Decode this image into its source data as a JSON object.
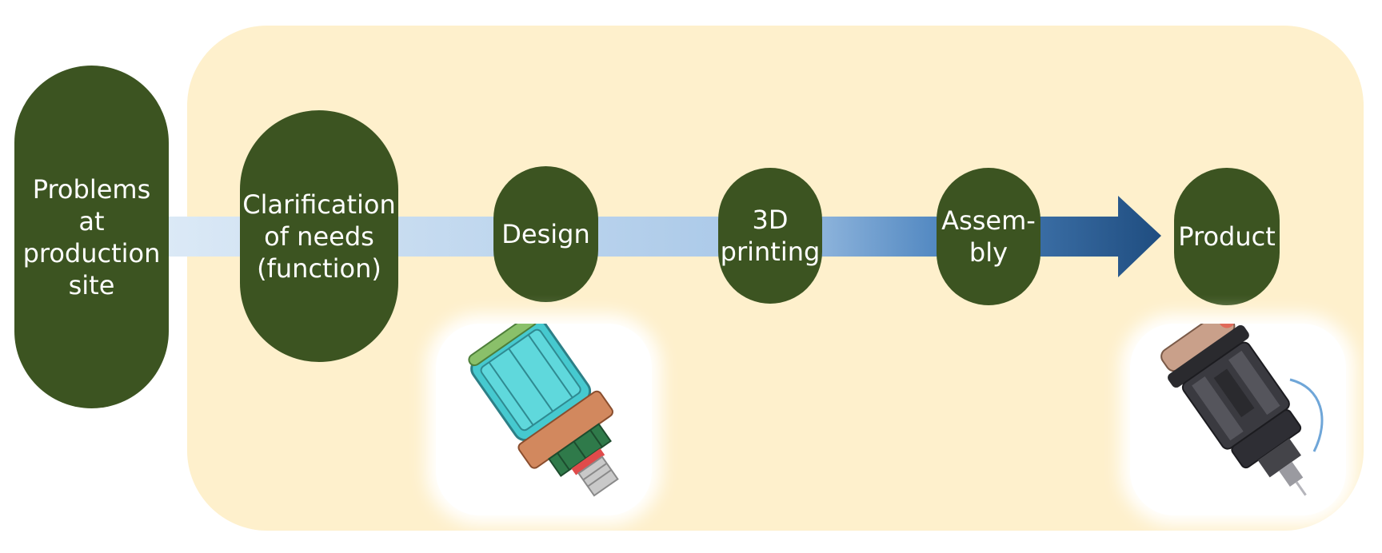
{
  "steps": [
    {
      "label": "Problems at production site",
      "lines": [
        "Problems",
        "at",
        "production",
        "site"
      ]
    },
    {
      "label": "Clarification of needs (function)",
      "lines": [
        "Clarification",
        "of needs",
        "(function)"
      ]
    },
    {
      "label": "Design",
      "lines": [
        "Design"
      ]
    },
    {
      "label": "3D printing",
      "lines": [
        "3D",
        "printing"
      ]
    },
    {
      "label": "Assembly",
      "lines": [
        "Assem-",
        "bly"
      ]
    },
    {
      "label": "Product",
      "lines": [
        "Product"
      ]
    }
  ],
  "images": {
    "design": "CAD model of robot gripper tool",
    "product": "Assembled 3D-printed gripper tool"
  },
  "colors": {
    "panel": "#fef0cc",
    "node": "#3c5421",
    "node_text": "#ffffff",
    "arrow_start": "#dbe9f6",
    "arrow_mid": "#a9c8e8",
    "arrow_end": "#1f4d80"
  }
}
